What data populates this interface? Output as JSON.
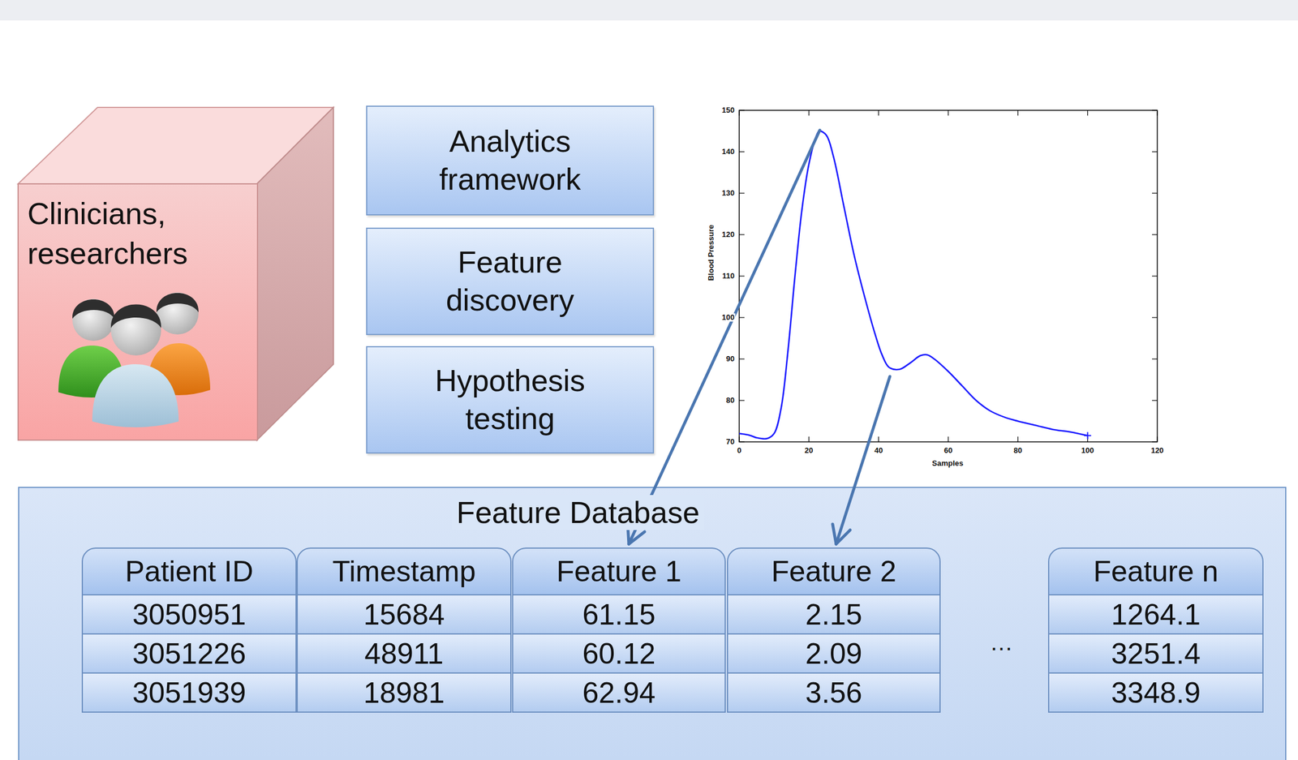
{
  "diagram": {
    "nodes": [
      {
        "text": [
          "Clinicians, researchers"
        ]
      },
      {
        "text": [
          "Analytics framework"
        ]
      },
      {
        "text": [
          "Feature discovery"
        ]
      },
      {
        "text": [
          "Hypothesis testing"
        ]
      },
      {
        "text": [
          "Feature Database"
        ]
      },
      {
        "text": [
          "Patient ID",
          "3050951",
          "3051226",
          "3051939"
        ],
        "in": 4
      },
      {
        "text": [
          "Timestamp",
          "15684",
          "48911",
          "18981"
        ],
        "in": 4
      },
      {
        "text": [
          "Feature 1",
          "61.15",
          "60.12",
          "62.94"
        ],
        "in": 4
      },
      {
        "text": [
          "Feature 2",
          "2.15",
          "2.09",
          "3.56"
        ],
        "in": 4
      },
      {
        "text": [
          "Feature n",
          "1264.1",
          "3251.4",
          "3348.9"
        ],
        "in": 4
      }
    ],
    "labels": [
      "Blood Pressure",
      "150",
      "140",
      "130",
      "120",
      "110",
      "100",
      "90",
      "80",
      "70",
      "0",
      "20",
      "40",
      "60",
      "80",
      "100",
      "120",
      "Samples",
      "…"
    ]
  }
}
